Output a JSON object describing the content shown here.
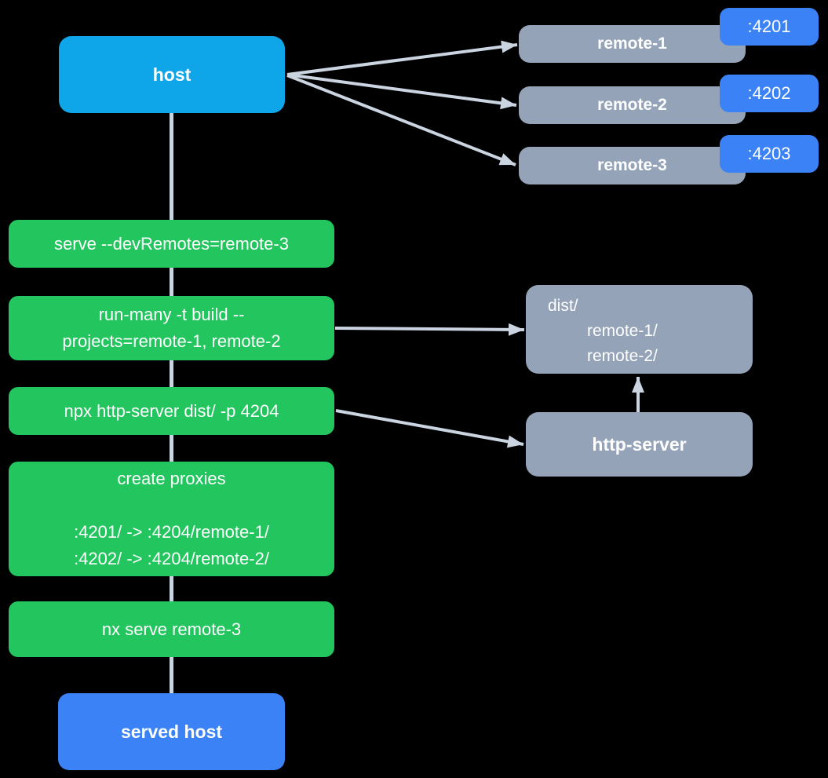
{
  "colors": {
    "background": "#000000",
    "host_fill": "#0ea5e9",
    "served_fill": "#3b82f6",
    "badge_fill": "#3b82f6",
    "remote_fill": "#94a3b8",
    "command_fill": "#22c55e",
    "connector": "#cbd5e1",
    "text": "#ffffff"
  },
  "host": {
    "label": "host"
  },
  "remotes": [
    {
      "label": "remote-1",
      "port": ":4201"
    },
    {
      "label": "remote-2",
      "port": ":4202"
    },
    {
      "label": "remote-3",
      "port": ":4203"
    }
  ],
  "commands": [
    {
      "lines": [
        "serve --devRemotes=remote-3"
      ]
    },
    {
      "lines": [
        "run-many -t build --",
        "projects=remote-1, remote-2"
      ]
    },
    {
      "lines": [
        "npx http-server dist/ -p 4204"
      ]
    },
    {
      "lines": [
        "create proxies",
        "",
        ":4201/ -> :4204/remote-1/",
        ":4202/ -> :4204/remote-2/"
      ]
    },
    {
      "lines": [
        "nx serve remote-3"
      ]
    }
  ],
  "dist_box": {
    "lines": [
      "dist/",
      "remote-1/",
      "remote-2/"
    ]
  },
  "http_server": {
    "label": "http-server"
  },
  "served_host": {
    "label": "served host"
  }
}
